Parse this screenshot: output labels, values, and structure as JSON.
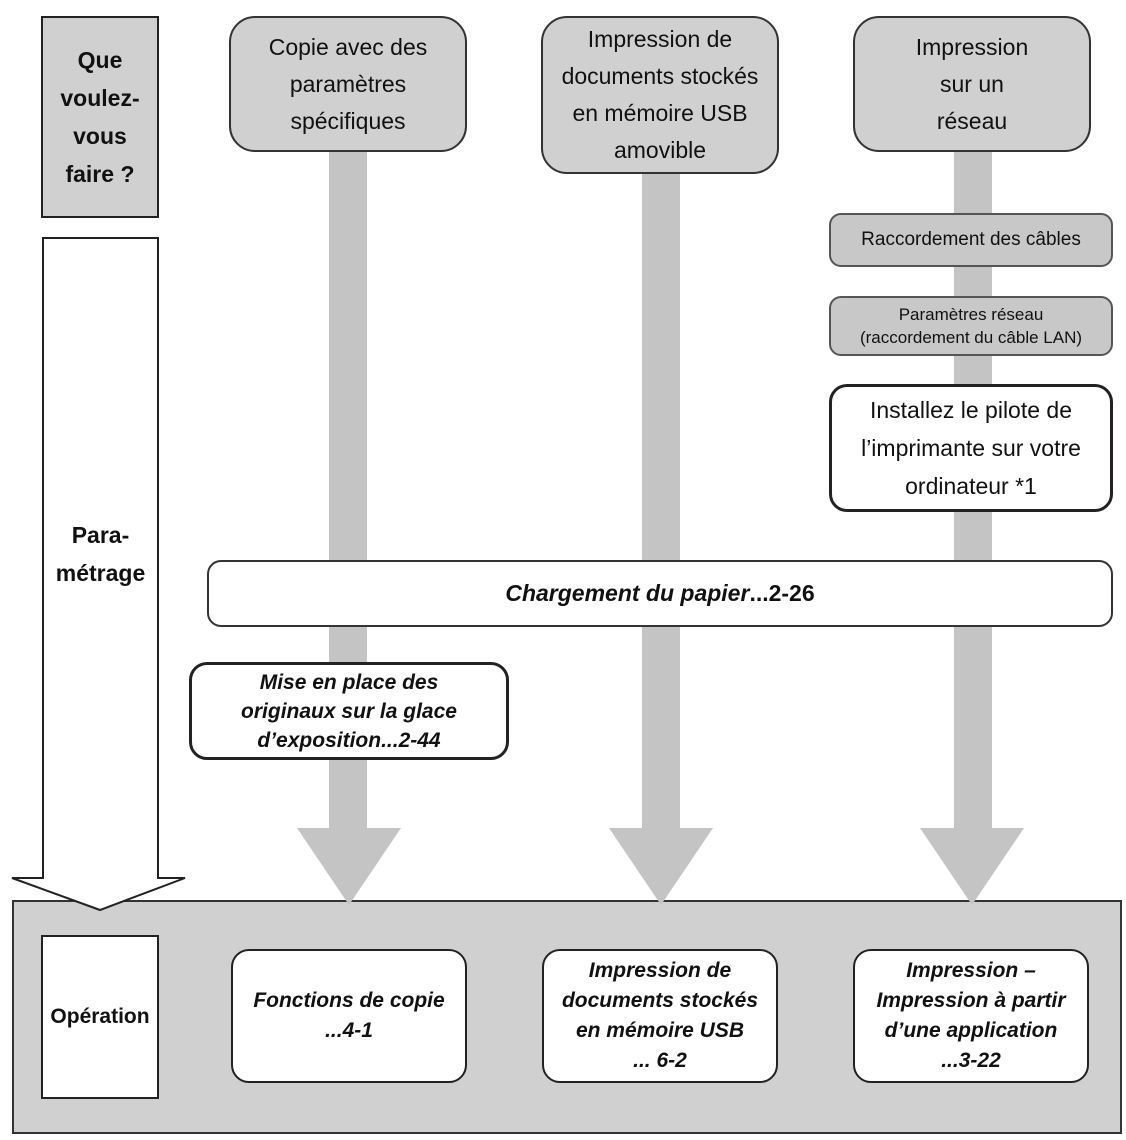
{
  "left": {
    "question": "Que\nvoulez-\nvous\nfaire ?",
    "setup": "Para-\nmétrage",
    "operation": "Opération"
  },
  "columns": [
    {
      "top": "Copie avec des\nparamètres\nspécifiques",
      "result": "Fonctions de copie\n...4-1"
    },
    {
      "top": "Impression de\ndocuments stockés\nen mémoire USB\namovible",
      "result": "Impression de\ndocuments stockés\nen mémoire USB\n... 6-2"
    },
    {
      "top": "Impression\nsur un\nréseau",
      "result": "Impression –\nImpression à partir\nd’une application\n...3-22"
    }
  ],
  "network_steps": {
    "cables": "Raccordement des câbles",
    "network_settings": "Paramètres réseau\n(raccordement du câble LAN)",
    "driver": "Installez le pilote de\nl’imprimante sur votre\nordinateur    *1"
  },
  "paper_loading": {
    "label": "Chargement du papier",
    "ref": "...2-26"
  },
  "originals": "Mise en place des\noriginaux sur la glace\nd’exposition...2-44"
}
